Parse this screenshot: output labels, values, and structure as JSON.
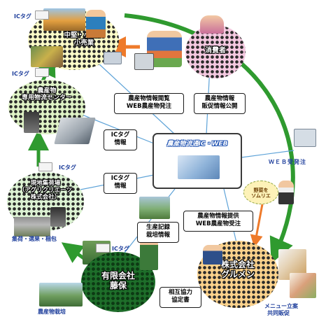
{
  "center": {
    "title": "農産物流通IC・WEB"
  },
  "nodes": {
    "retailer": [
      "中堅・小規模",
      "小売業"
    ],
    "consumer": "消費者",
    "distribution_center": [
      "農産物",
      "専用物流センター"
    ],
    "local_market": [
      "現地集荷場",
      "（アグリクリエーツ",
      "株式会社）"
    ],
    "farm": [
      "有限会社",
      "藤保"
    ],
    "restaurant": [
      "株式会社",
      "グルメン"
    ]
  },
  "info_boxes": {
    "browse_order": [
      "農産物情報閲覧",
      "WEB農産物発注"
    ],
    "sales_info": [
      "農産物情報",
      "販促情報公開"
    ],
    "ic_info_1": [
      "ICタグ",
      "情報"
    ],
    "ic_info_2": [
      "ICタグ",
      "情報"
    ],
    "production_record": [
      "生産記録",
      "栽培情報"
    ],
    "provide_order": [
      "農産物情報提供",
      "WEB農産物受注"
    ],
    "agreement": [
      "相互協力",
      "協定書"
    ]
  },
  "ic_tag_label": "ICタグ",
  "ic_tags": [
    "ICタグ",
    "ICタグ",
    "ICタグ",
    "ICタグ"
  ],
  "captions": {
    "web_order": "ＷＥＢ受発注",
    "shipping": "集荷・選果・梱包",
    "cultivation": "農産物栽培",
    "menu": "メニュー立案",
    "promotion": "共同販促"
  },
  "speech_bubble": [
    "野菜を",
    "ソムリエ"
  ],
  "colors": {
    "green_arrow": "#2f9a2f",
    "orange_arrow": "#ee7a2a",
    "blue_line": "#5ea3d8",
    "ic_label": "#1f3f9c",
    "node_yellow": "#fbfbc8",
    "node_orange": "#fbd28c",
    "node_pink": "#f4c8e0",
    "node_darkgreen": "#1e6e2a"
  }
}
